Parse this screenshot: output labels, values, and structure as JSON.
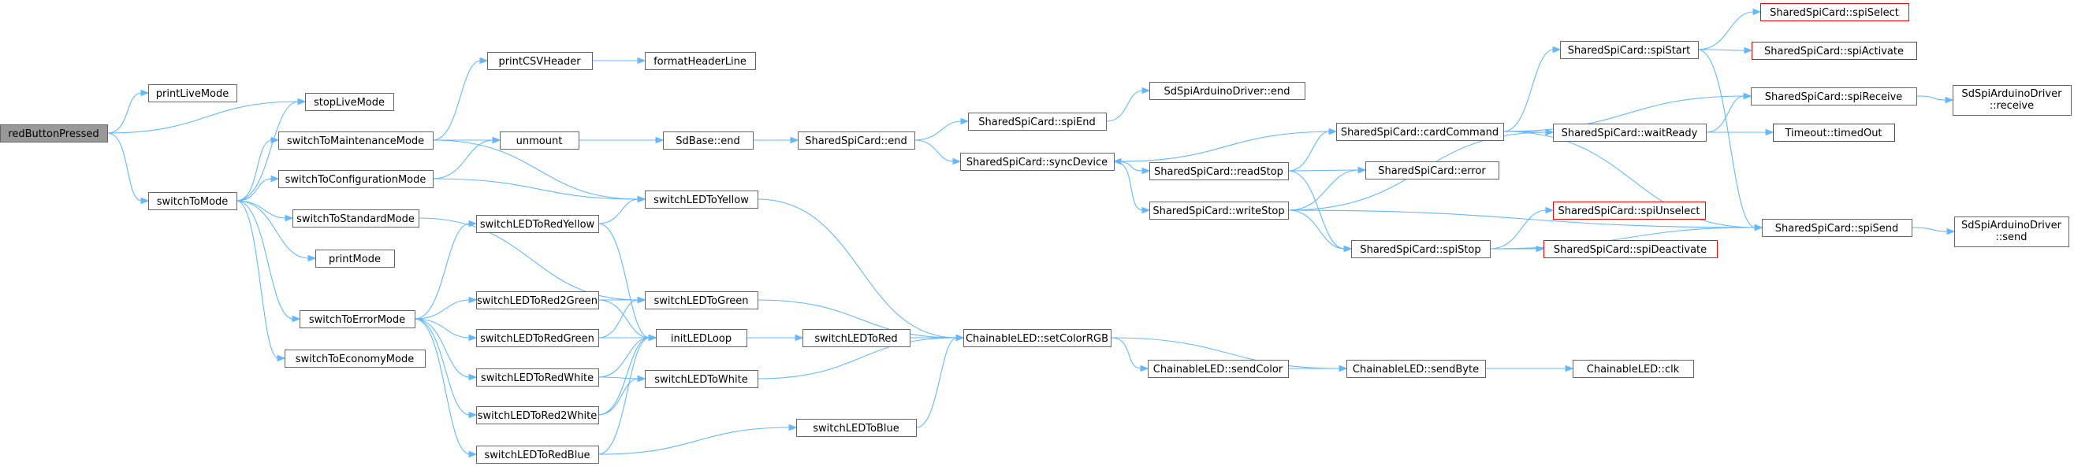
{
  "colors": {
    "edge": "#63b8ff",
    "node_border": "#666666",
    "root_fill": "#999999",
    "missing_border": "#ff0000"
  },
  "nodes": {
    "redButtonPressed": {
      "label": "redButtonPressed",
      "style": "root"
    },
    "printLiveMode": {
      "label": "printLiveMode"
    },
    "stopLiveMode": {
      "label": "stopLiveMode"
    },
    "switchToMode": {
      "label": "switchToMode"
    },
    "printCSVHeader": {
      "label": "printCSVHeader"
    },
    "formatHeaderLine": {
      "label": "formatHeaderLine"
    },
    "switchToMaintenanceMode": {
      "label": "switchToMaintenanceMode"
    },
    "unmount": {
      "label": "unmount"
    },
    "switchToConfigurationMode": {
      "label": "switchToConfigurationMode"
    },
    "switchToStandardMode": {
      "label": "switchToStandardMode"
    },
    "printMode": {
      "label": "printMode"
    },
    "switchToErrorMode": {
      "label": "switchToErrorMode"
    },
    "switchToEconomyMode": {
      "label": "switchToEconomyMode"
    },
    "switchLEDToRedYellow": {
      "label": "switchLEDToRedYellow"
    },
    "switchLEDToRed2Green": {
      "label": "switchLEDToRed2Green"
    },
    "switchLEDToRedGreen": {
      "label": "switchLEDToRedGreen"
    },
    "switchLEDToRedWhite": {
      "label": "switchLEDToRedWhite"
    },
    "switchLEDToRed2White": {
      "label": "switchLEDToRed2White"
    },
    "switchLEDToRedBlue": {
      "label": "switchLEDToRedBlue"
    },
    "switchLEDToYellow": {
      "label": "switchLEDToYellow"
    },
    "switchLEDToGreen": {
      "label": "switchLEDToGreen"
    },
    "initLEDLoop": {
      "label": "initLEDLoop"
    },
    "switchLEDToWhite": {
      "label": "switchLEDToWhite"
    },
    "switchLEDToRed": {
      "label": "switchLEDToRed"
    },
    "switchLEDToBlue": {
      "label": "switchLEDToBlue"
    },
    "SdBaseEnd": {
      "label": "SdBase::end"
    },
    "SharedSpiCardEnd": {
      "label": "SharedSpiCard::end"
    },
    "SharedSpiCardSpiEnd": {
      "label": "SharedSpiCard::spiEnd"
    },
    "SdSpiArduinoDriverEnd": {
      "label": "SdSpiArduinoDriver::end"
    },
    "SharedSpiCardSyncDevice": {
      "label": "SharedSpiCard::syncDevice"
    },
    "ChainableLEDSetColorRGB": {
      "label": "ChainableLED::setColorRGB"
    },
    "ChainableLEDSendColor": {
      "label": "ChainableLED::sendColor"
    },
    "ChainableLEDSendByte": {
      "label": "ChainableLED::sendByte"
    },
    "ChainableLEDClk": {
      "label": "ChainableLED::clk"
    },
    "SharedSpiCardCardCommand": {
      "label": "SharedSpiCard::cardCommand"
    },
    "SharedSpiCardReadStop": {
      "label": "SharedSpiCard::readStop"
    },
    "SharedSpiCardWriteStop": {
      "label": "SharedSpiCard::writeStop"
    },
    "SharedSpiCardError": {
      "label": "SharedSpiCard::error"
    },
    "SharedSpiCardSpiStop": {
      "label": "SharedSpiCard::spiStop"
    },
    "SharedSpiCardSpiStart": {
      "label": "SharedSpiCard::spiStart"
    },
    "SharedSpiCardWaitReady": {
      "label": "SharedSpiCard::waitReady"
    },
    "SharedSpiCardSpiSelect": {
      "label": "SharedSpiCard::spiSelect",
      "style": "red"
    },
    "SharedSpiCardSpiActivate": {
      "label": "SharedSpiCard::spiActivate",
      "style": "red"
    },
    "SharedSpiCardSpiReceive": {
      "label": "SharedSpiCard::spiReceive"
    },
    "TimeoutTimedOut": {
      "label": "Timeout::timedOut",
      "style": "red"
    },
    "SharedSpiCardSpiUnselect": {
      "label": "SharedSpiCard::spiUnselect",
      "style": "red"
    },
    "SharedSpiCardSpiDeactivate": {
      "label": "SharedSpiCard::spiDeactivate",
      "style": "red"
    },
    "SharedSpiCardSpiSend": {
      "label": "SharedSpiCard::spiSend"
    },
    "SdSpiArduinoDriverReceive": {
      "lines": [
        "SdSpiArduinoDriver",
        "::receive"
      ]
    },
    "SdSpiArduinoDriverSend": {
      "lines": [
        "SdSpiArduinoDriver",
        "::send"
      ]
    }
  },
  "edges": [
    [
      "redButtonPressed",
      "printLiveMode"
    ],
    [
      "redButtonPressed",
      "stopLiveMode"
    ],
    [
      "redButtonPressed",
      "switchToMode"
    ],
    [
      "switchToMode",
      "stopLiveMode"
    ],
    [
      "switchToMode",
      "switchToMaintenanceMode"
    ],
    [
      "switchToMode",
      "switchToConfigurationMode"
    ],
    [
      "switchToMode",
      "switchToStandardMode"
    ],
    [
      "switchToMode",
      "printMode"
    ],
    [
      "switchToMode",
      "switchToErrorMode"
    ],
    [
      "switchToMode",
      "switchToEconomyMode"
    ],
    [
      "switchToMaintenanceMode",
      "printCSVHeader"
    ],
    [
      "switchToMaintenanceMode",
      "unmount"
    ],
    [
      "switchToMaintenanceMode",
      "switchLEDToYellow"
    ],
    [
      "printCSVHeader",
      "formatHeaderLine"
    ],
    [
      "switchToConfigurationMode",
      "unmount"
    ],
    [
      "switchToConfigurationMode",
      "switchLEDToYellow"
    ],
    [
      "switchToStandardMode",
      "switchLEDToGreen"
    ],
    [
      "switchToErrorMode",
      "switchLEDToRedYellow"
    ],
    [
      "switchToErrorMode",
      "switchLEDToRed2Green"
    ],
    [
      "switchToErrorMode",
      "switchLEDToRedGreen"
    ],
    [
      "switchToErrorMode",
      "switchLEDToRedWhite"
    ],
    [
      "switchToErrorMode",
      "switchLEDToRed2White"
    ],
    [
      "switchToErrorMode",
      "switchLEDToRedBlue"
    ],
    [
      "switchLEDToRedYellow",
      "switchLEDToYellow"
    ],
    [
      "switchLEDToRedYellow",
      "initLEDLoop"
    ],
    [
      "switchLEDToRed2Green",
      "switchLEDToGreen"
    ],
    [
      "switchLEDToRed2Green",
      "initLEDLoop"
    ],
    [
      "switchLEDToRedGreen",
      "switchLEDToGreen"
    ],
    [
      "switchLEDToRedGreen",
      "initLEDLoop"
    ],
    [
      "switchLEDToRedWhite",
      "initLEDLoop"
    ],
    [
      "switchLEDToRedWhite",
      "switchLEDToWhite"
    ],
    [
      "switchLEDToRed2White",
      "initLEDLoop"
    ],
    [
      "switchLEDToRed2White",
      "switchLEDToWhite"
    ],
    [
      "switchLEDToRedBlue",
      "initLEDLoop"
    ],
    [
      "switchLEDToRedBlue",
      "switchLEDToBlue"
    ],
    [
      "unmount",
      "SdBaseEnd"
    ],
    [
      "SdBaseEnd",
      "SharedSpiCardEnd"
    ],
    [
      "SharedSpiCardEnd",
      "SharedSpiCardSpiEnd"
    ],
    [
      "SharedSpiCardEnd",
      "SharedSpiCardSyncDevice"
    ],
    [
      "SharedSpiCardSpiEnd",
      "SdSpiArduinoDriverEnd"
    ],
    [
      "SharedSpiCardSyncDevice",
      "SharedSpiCardReadStop"
    ],
    [
      "SharedSpiCardSyncDevice",
      "SharedSpiCardWriteStop"
    ],
    [
      "switchLEDToYellow",
      "ChainableLEDSetColorRGB"
    ],
    [
      "switchLEDToGreen",
      "ChainableLEDSetColorRGB"
    ],
    [
      "initLEDLoop",
      "switchLEDToRed"
    ],
    [
      "switchLEDToRed",
      "ChainableLEDSetColorRGB"
    ],
    [
      "switchLEDToWhite",
      "ChainableLEDSetColorRGB"
    ],
    [
      "switchLEDToBlue",
      "ChainableLEDSetColorRGB"
    ],
    [
      "ChainableLEDSetColorRGB",
      "ChainableLEDSendColor"
    ],
    [
      "ChainableLEDSetColorRGB",
      "ChainableLEDSendByte"
    ],
    [
      "ChainableLEDSendColor",
      "ChainableLEDSendByte"
    ],
    [
      "ChainableLEDSendByte",
      "ChainableLEDClk"
    ],
    [
      "SharedSpiCardReadStop",
      "SharedSpiCardCardCommand"
    ],
    [
      "SharedSpiCardReadStop",
      "SharedSpiCardError"
    ],
    [
      "SharedSpiCardReadStop",
      "SharedSpiCardSpiStop"
    ],
    [
      "SharedSpiCardWriteStop",
      "SharedSpiCardError"
    ],
    [
      "SharedSpiCardWriteStop",
      "SharedSpiCardSpiStop"
    ],
    [
      "SharedSpiCardWriteStop",
      "SharedSpiCardWaitReady"
    ],
    [
      "SharedSpiCardWriteStop",
      "SharedSpiCardSpiSend"
    ],
    [
      "SharedSpiCardCardCommand",
      "SharedSpiCardSyncDevice"
    ],
    [
      "SharedSpiCardCardCommand",
      "SharedSpiCardSpiStart"
    ],
    [
      "SharedSpiCardCardCommand",
      "SharedSpiCardSpiReceive"
    ],
    [
      "SharedSpiCardCardCommand",
      "SharedSpiCardWaitReady"
    ],
    [
      "SharedSpiCardCardCommand",
      "SharedSpiCardSpiSend"
    ],
    [
      "SharedSpiCardSpiStart",
      "SharedSpiCardSpiSelect"
    ],
    [
      "SharedSpiCardSpiStart",
      "SharedSpiCardSpiActivate"
    ],
    [
      "SharedSpiCardSpiStart",
      "SharedSpiCardSpiSend"
    ],
    [
      "SharedSpiCardWaitReady",
      "SharedSpiCardSpiReceive"
    ],
    [
      "SharedSpiCardWaitReady",
      "TimeoutTimedOut"
    ],
    [
      "SharedSpiCardSpiStop",
      "SharedSpiCardSpiUnselect"
    ],
    [
      "SharedSpiCardSpiStop",
      "SharedSpiCardSpiDeactivate"
    ],
    [
      "SharedSpiCardSpiStop",
      "SharedSpiCardSpiSend"
    ],
    [
      "SharedSpiCardSpiReceive",
      "SdSpiArduinoDriverReceive"
    ],
    [
      "SharedSpiCardSpiSend",
      "SdSpiArduinoDriverSend"
    ]
  ]
}
